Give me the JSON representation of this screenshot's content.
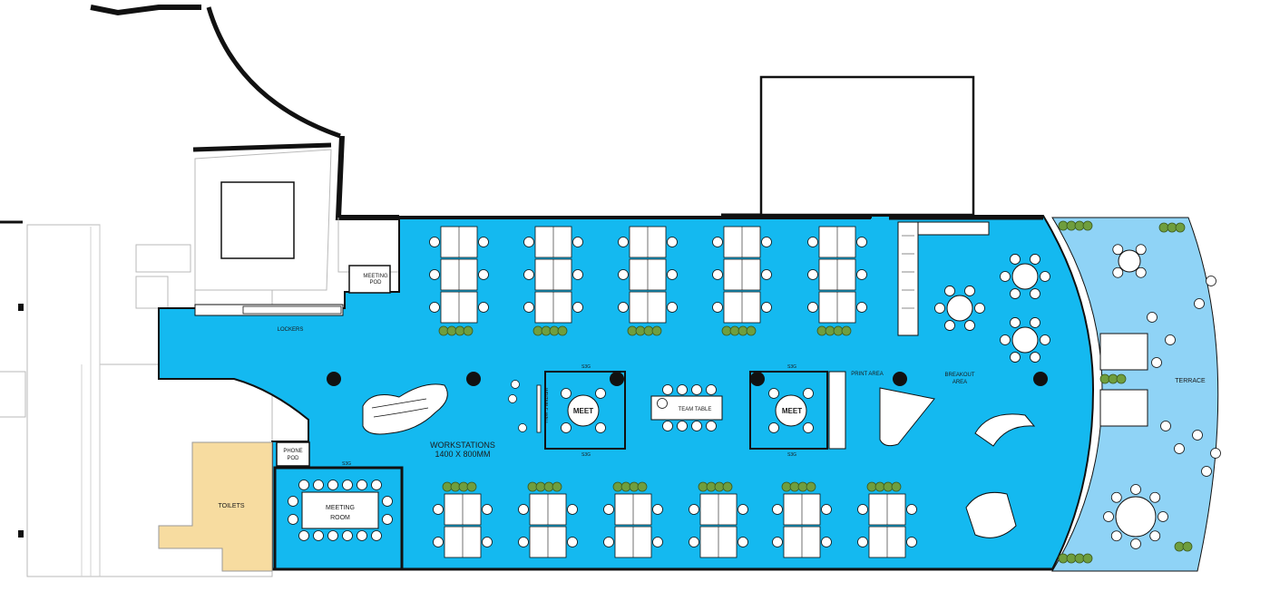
{
  "labels": {
    "meeting_pod": [
      "MEETING",
      "POD"
    ],
    "lockers": "LOCKERS",
    "phone_pod": [
      "PHONE",
      "POD"
    ],
    "toilets": "TOILETS",
    "meeting_room": [
      "MEETING",
      "ROOM"
    ],
    "workstations": [
      "WORKSTATIONS",
      "1400 X 800MM"
    ],
    "writable_wall": "WRITABLE WALL",
    "meet_1": "MEET",
    "meet_2": "MEET",
    "team_table": "TEAM TABLE",
    "print_area": "PRINT AREA",
    "breakout": [
      "BREAKOUT",
      "AREA"
    ],
    "terrace": "TERRACE",
    "s3g": "S3G"
  },
  "colors": {
    "office_floor": "#14b9f0",
    "terrace_floor": "#8fd3f6",
    "toilets_fill": "#f7dca0",
    "desk_fill": "#ffffff",
    "plant_green": "#6f9e3e",
    "wall": "#111111"
  }
}
